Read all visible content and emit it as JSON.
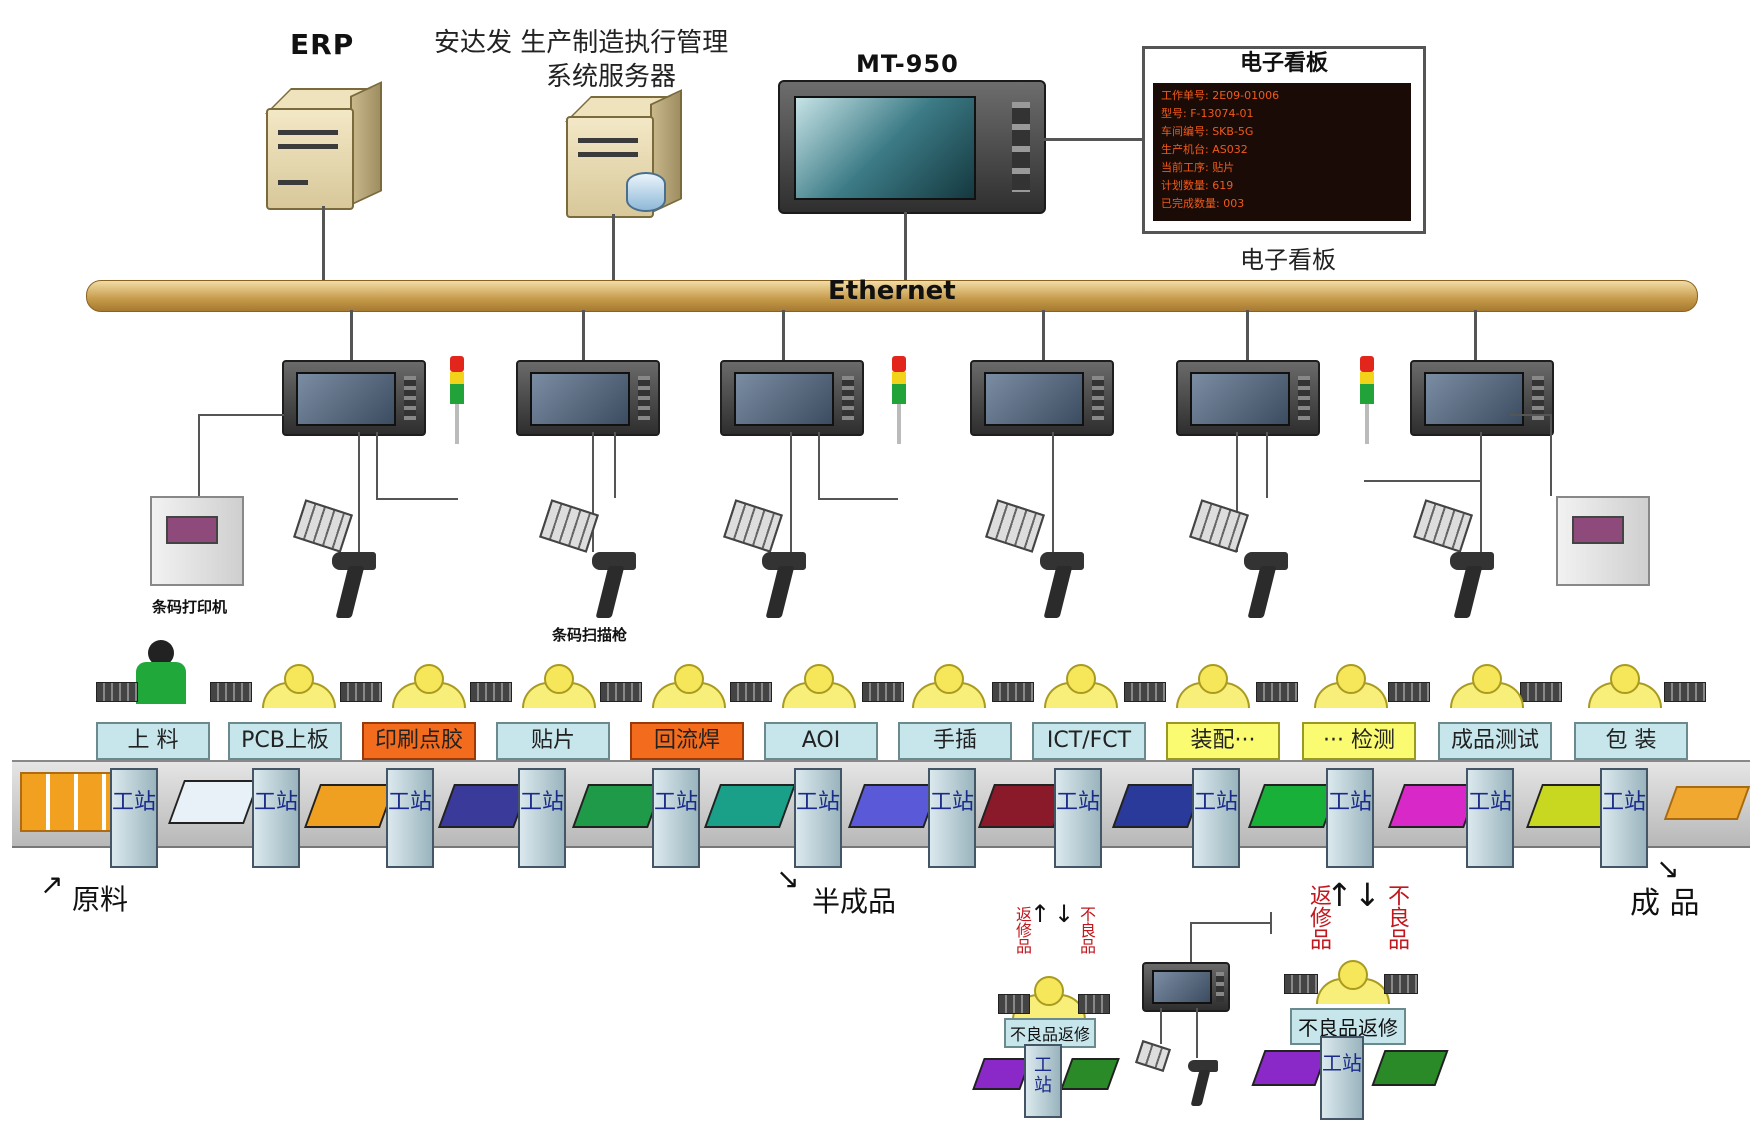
{
  "labels": {
    "erp": "ERP",
    "mes_server_line1": "安达发 生产制造执行管理",
    "mes_server_line2": "系统服务器",
    "mt950": "MT-950",
    "board_title": "电子看板",
    "board_caption": "电子看板",
    "ethernet": "Ethernet",
    "barcode_printer": "条码打印机",
    "barcode_scanner": "条码扫描枪",
    "raw": "原料",
    "semi": "半成品",
    "finished": "成 品",
    "post_text": "工站",
    "return_goods": "返修品",
    "bad_goods": "不良品",
    "bad_repair": "不良品返修"
  },
  "board_lines": [
    "工作单号: 2E09-01006",
    "型号: F-13074-01",
    "车间编号: SKB-5G",
    "生产机台: AS032",
    "当前工序: 贴片",
    "计划数量: 619",
    "已完成数量: 003"
  ],
  "stations": [
    {
      "label": "上 料",
      "color": "#c7e6ec"
    },
    {
      "label": "PCB上板",
      "color": "#c7e6ec"
    },
    {
      "label": "印刷点胶",
      "color": "#f36b1c"
    },
    {
      "label": "贴片",
      "color": "#c7e6ec"
    },
    {
      "label": "回流焊",
      "color": "#f36b1c"
    },
    {
      "label": "AOI",
      "color": "#c7e6ec"
    },
    {
      "label": "手插",
      "color": "#c7e6ec"
    },
    {
      "label": "ICT/FCT",
      "color": "#c7e6ec"
    },
    {
      "label": "装配···",
      "color": "#fbfb72"
    },
    {
      "label": "··· 检测",
      "color": "#fbfb72"
    },
    {
      "label": "成品测试",
      "color": "#c7e6ec"
    },
    {
      "label": "包 装",
      "color": "#c7e6ec"
    }
  ],
  "colors": {
    "ethernet_bar": "#d4b06a",
    "board_bg": "#1a0b06",
    "board_text": "#f05a1a"
  }
}
